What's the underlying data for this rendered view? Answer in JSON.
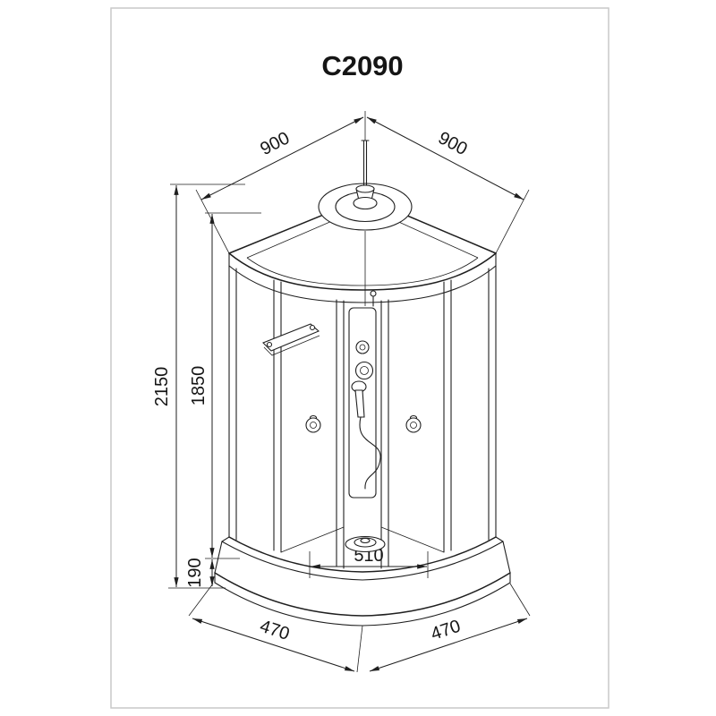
{
  "page": {
    "title": "C2090"
  },
  "dims": {
    "top_left": "900",
    "top_right": "900",
    "total_height": "2150",
    "inner_height": "1850",
    "tray_height": "190",
    "inner_width": "510",
    "bottom_left": "470",
    "bottom_right": "470"
  }
}
